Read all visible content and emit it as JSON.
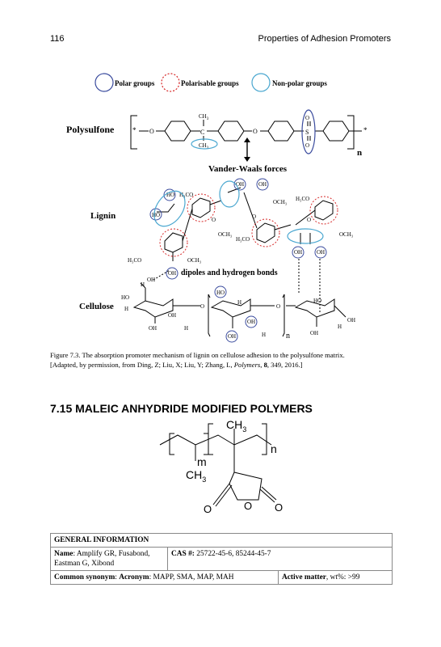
{
  "header": {
    "page_number": "116",
    "running_title": "Properties of Adhesion Promoters"
  },
  "figure": {
    "legend": {
      "polar": "Polar groups",
      "polarisable": "Polarisable groups",
      "nonpolar": "Non-polar groups"
    },
    "labels": {
      "polysulfone": "Polysulfone",
      "lignin": "Lignin",
      "cellulose": "Cellulose",
      "vdw": "Vander-Waals forces",
      "dipoles": "dipoles and hydrogen bonds",
      "n": "n",
      "star": "*",
      "o": "O",
      "s": "S",
      "c": "C",
      "ch3": "CH",
      "sub3": "3",
      "ho": "HO",
      "oh": "OH",
      "h3co": "H₃CO",
      "och3": "OCH₃",
      "h": "H"
    },
    "colors": {
      "polar": "#3b4c9e",
      "polarisable": "#d62828",
      "nonpolar": "#4aa7d0"
    }
  },
  "caption": {
    "line1": "Figure 7.3. The absorption promoter mechanism of lignin on cellulose adhesion to the polysulfone matrix.",
    "line2_pre": "[Adapted, by permission, from Ding, Z; Liu, X; Liu, Y; Zhang, L, ",
    "journal": "Polymers",
    "volume": "8",
    "line2_post": ", 349, 2016.]"
  },
  "section": {
    "title": "7.15 MALEIC ANHYDRIDE MODIFIED POLYMERS"
  },
  "structure": {
    "ch3": "CH",
    "sub3": "3",
    "m": "m",
    "n": "n",
    "o": "O"
  },
  "info_table": {
    "title": "GENERAL INFORMATION",
    "name_label": "Name",
    "name_value": ": Amplify GR, Fusabond, Eastman G, Xibond",
    "cas_label": "CAS #:",
    "cas_value": " 25722-45-6, 85244-45-7",
    "synonym_label": "Common synonym",
    "synonym_mid": ": ",
    "acronym_label": "Acronym",
    "acronym_value": ": MAPP, SMA, MAP, MAH",
    "active_label": "Active matter",
    "active_value": ", wt%: >99"
  }
}
